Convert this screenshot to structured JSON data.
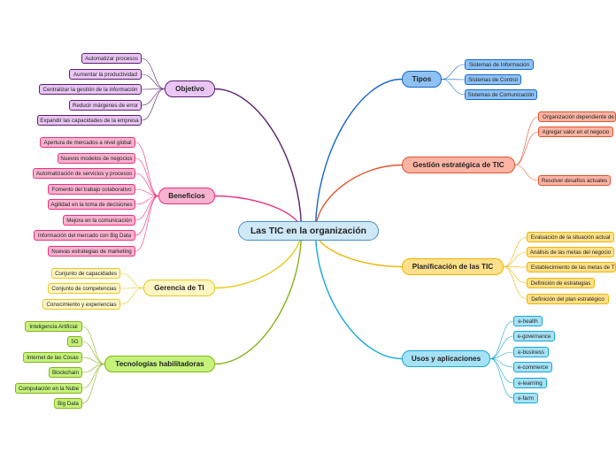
{
  "center": {
    "label": "Las TIC en la organización"
  },
  "branches": {
    "tipos": {
      "label": "Tipos",
      "color": "#1666c7",
      "fill": "#8ec2f5",
      "items": [
        "Sistemas de Información",
        "Sistemas de Control",
        "Sistemas de Comunicación"
      ]
    },
    "gestion": {
      "label": "Gestión estratégica de TIC",
      "color": "#e0542e",
      "fill": "#fbb4a4",
      "items": [
        "Organización dependiente de TIC",
        "Agregar valor en el negocio",
        "Resolver desafíos actuales"
      ]
    },
    "planificacion": {
      "label": "Planificación de las TIC",
      "color": "#f0b400",
      "fill": "#ffe08a",
      "items": [
        "Evaluación de la situación actual",
        "Análisis de las metas del negocio",
        "Establecimiento de las metas de TIC",
        "Definición de estrategias",
        "Definición del plan estratégico"
      ]
    },
    "usos": {
      "label": "Usos y aplicaciones",
      "color": "#17a7d6",
      "fill": "#a6e2f6",
      "items": [
        "e-health",
        "e-governance",
        "e-business",
        "e-commerce",
        "e-learning",
        "e-farm"
      ]
    },
    "objetivo": {
      "label": "Objetivo",
      "color": "#5b1f6e",
      "fill": "#eac6f4",
      "items": [
        "Automatizar procesos",
        "Aumentar la productividad",
        "Centralizar la gestión de la información",
        "Reducir márgenes de error",
        "Expandir las capacidades de la empresa"
      ]
    },
    "beneficios": {
      "label": "Beneficios",
      "color": "#ec2f7f",
      "fill": "#f7b3cf",
      "items": [
        "Apertura de mercados a nivel global",
        "Nuevos modelos de negocios",
        "Automatización de servicios y procesos",
        "Fomento del trabajo colaborativo",
        "Agilidad en la toma de decisiones",
        "Mejora en la comunicación",
        "Información del mercado con Big Data",
        "Nuevas estrategias de marketing"
      ]
    },
    "gerencia": {
      "label": "Gerencia de TI",
      "color": "#e8c81e",
      "fill": "#fff6c6",
      "items": [
        "Conjunto de capacidades",
        "Conjunto de competencias",
        "Conocimiento y experiencias"
      ]
    },
    "tecnologias": {
      "label": "Tecnologías habilitadoras",
      "color": "#86b21c",
      "fill": "#c4f27a",
      "items": [
        "Inteligencia Artificial",
        "5G",
        "Internet de las Cosas",
        "Blockchain",
        "Computación en la Nube",
        "Big Data"
      ]
    }
  }
}
